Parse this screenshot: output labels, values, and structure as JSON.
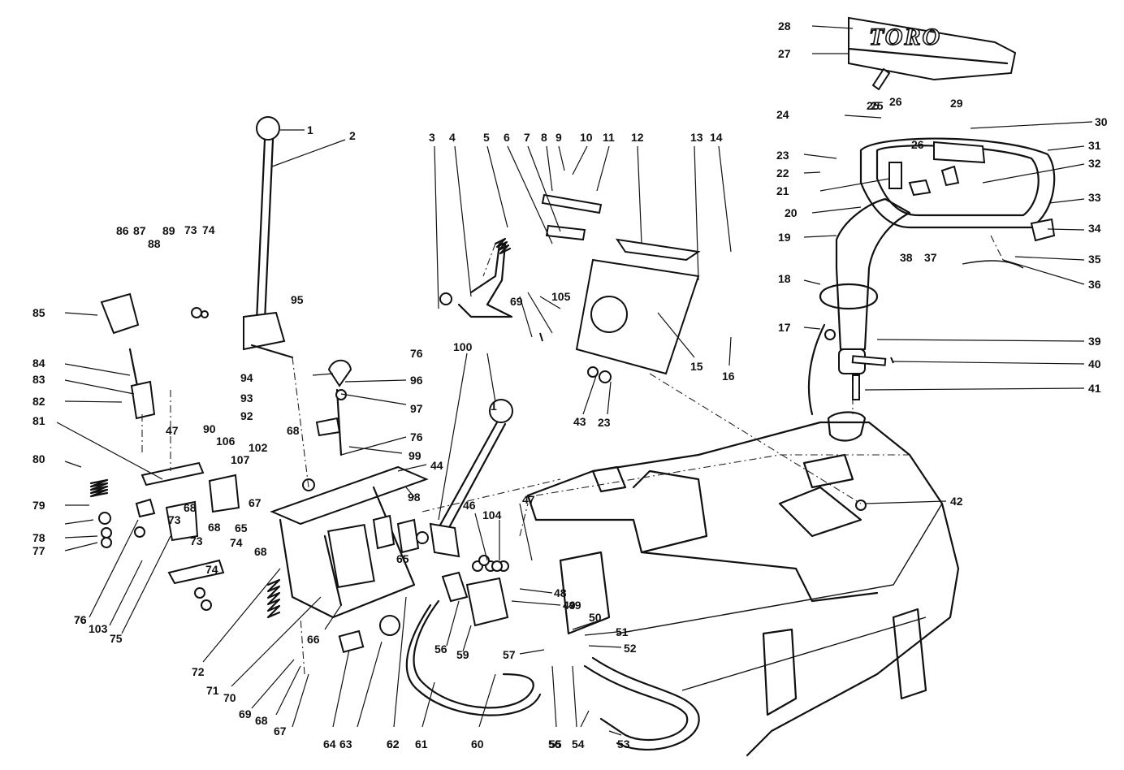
{
  "brand": {
    "logo_text": "TORO"
  },
  "callouts": [
    "1",
    "2",
    "3",
    "4",
    "5",
    "6",
    "7",
    "8",
    "9",
    "10",
    "11",
    "12",
    "13",
    "14",
    "15",
    "16",
    "17",
    "18",
    "19",
    "20",
    "21",
    "22",
    "23",
    "24",
    "25",
    "26",
    "27",
    "28",
    "29",
    "30",
    "31",
    "32",
    "33",
    "34",
    "35",
    "36",
    "37",
    "38",
    "39",
    "40",
    "41",
    "42",
    "43",
    "44",
    "46",
    "47",
    "48",
    "49",
    "50",
    "51",
    "52",
    "53",
    "54",
    "55",
    "56",
    "57",
    "59",
    "60",
    "61",
    "62",
    "63",
    "64",
    "65",
    "66",
    "67",
    "68",
    "69",
    "70",
    "71",
    "72",
    "73",
    "74",
    "75",
    "76",
    "77",
    "78",
    "79",
    "80",
    "81",
    "82",
    "83",
    "84",
    "85",
    "86",
    "87",
    "88",
    "89",
    "90",
    "92",
    "93",
    "94",
    "95",
    "96",
    "97",
    "98",
    "99",
    "100",
    "102",
    "103",
    "104",
    "105",
    "106",
    "107",
    "1",
    "23",
    "25",
    "26",
    "47",
    "49",
    "56",
    "62",
    "65",
    "67",
    "68",
    "69",
    "73",
    "74",
    "76",
    "76",
    "68",
    "68",
    "73",
    "68",
    "74",
    "76"
  ]
}
